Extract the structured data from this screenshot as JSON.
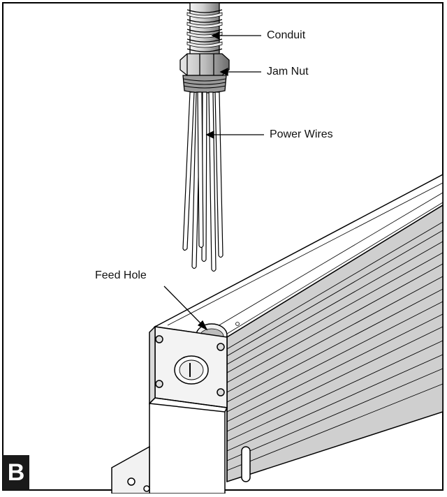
{
  "figure": {
    "labels": {
      "conduit": "Conduit",
      "jam_nut": "Jam Nut",
      "power_wires": "Power Wires",
      "feed_hole": "Feed Hole"
    },
    "badge": "B"
  }
}
